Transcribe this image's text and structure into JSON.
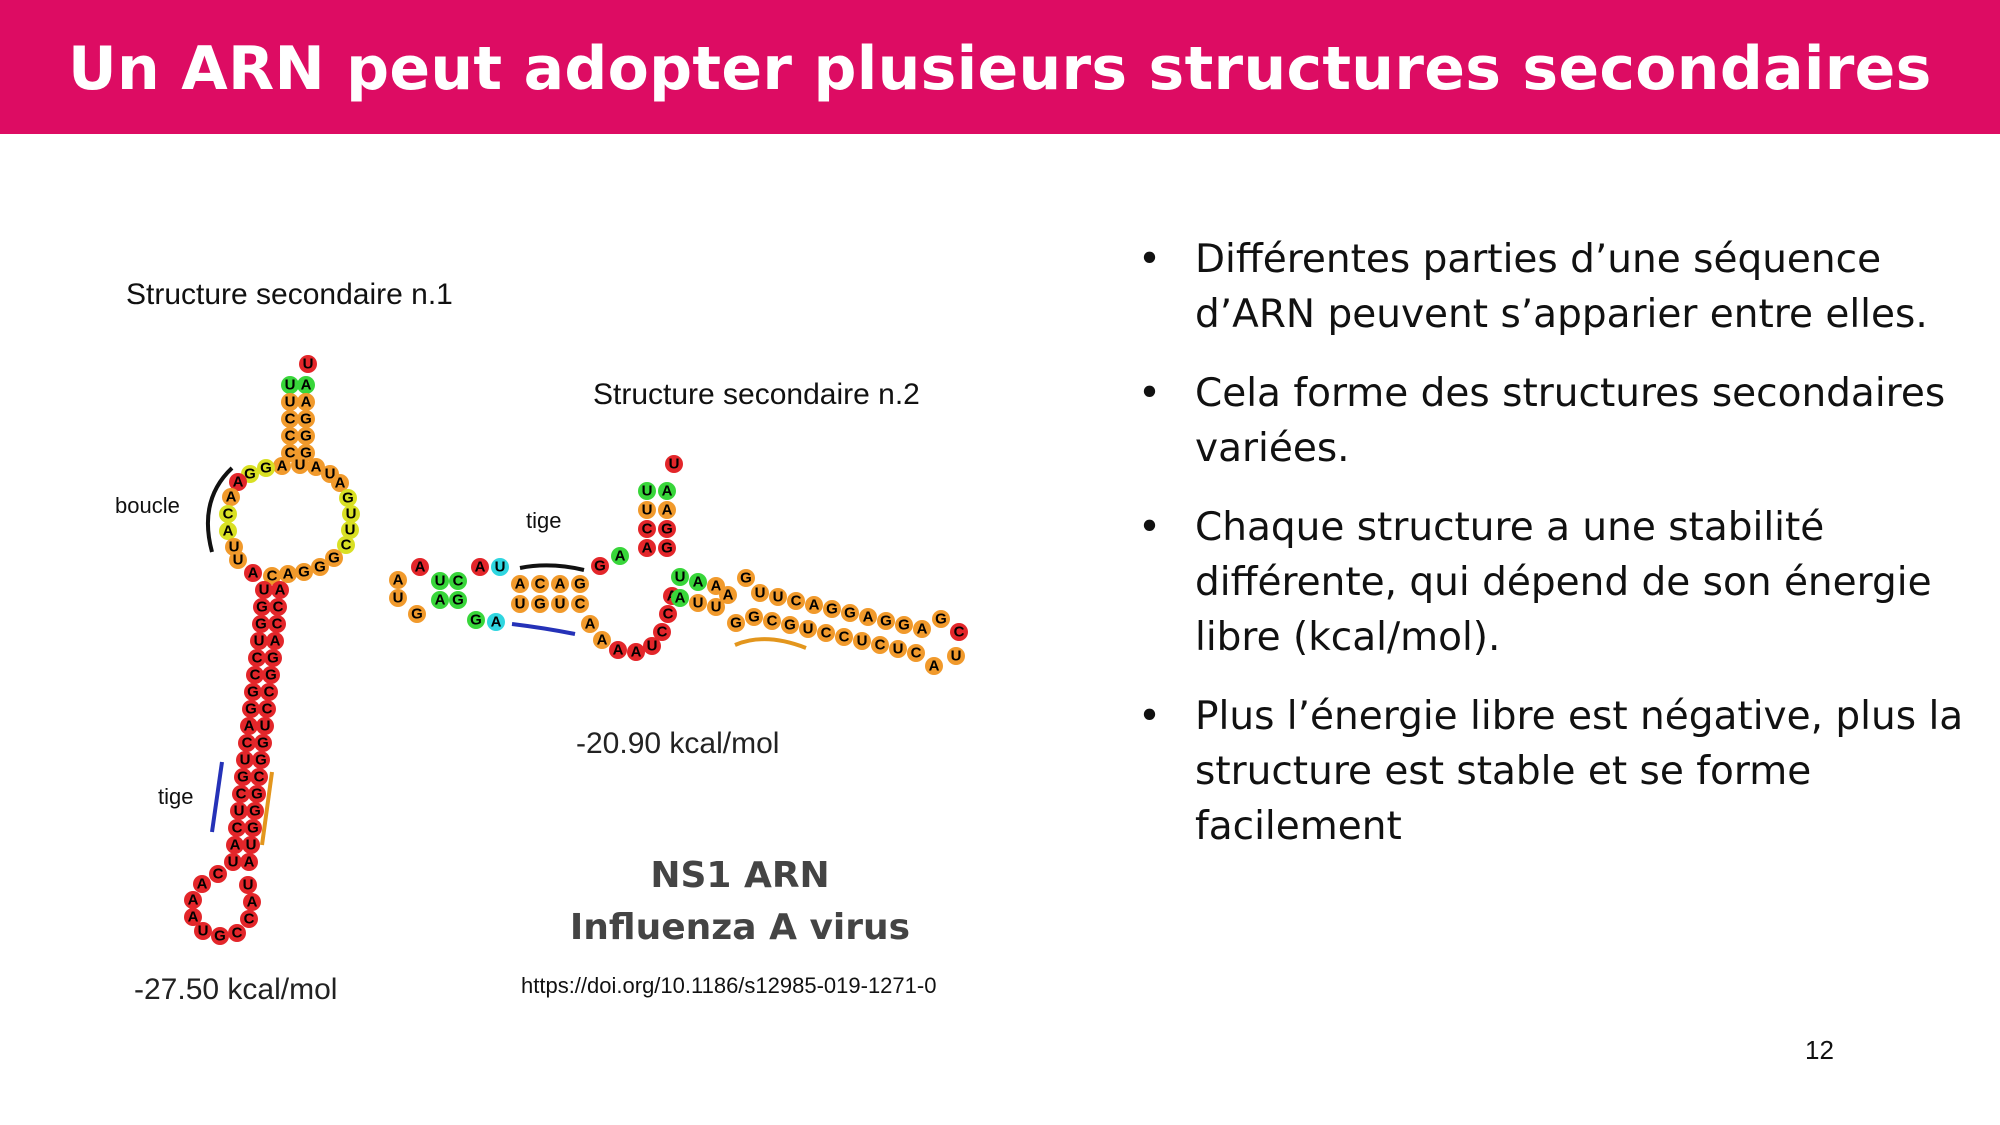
{
  "slide": {
    "title": "Un ARN peut adopter plusieurs structures secondaires",
    "page_number": "12"
  },
  "figure": {
    "structure1": {
      "title": "Structure secondaire n.1",
      "energy": "-27.50 kcal/mol",
      "labels": {
        "loop": "boucle",
        "stem": "tige"
      }
    },
    "structure2": {
      "title": "Structure secondaire n.2",
      "energy": "-20.90 kcal/mol",
      "labels": {
        "stem": "tige"
      }
    },
    "caption_line1": "NS1 ARN",
    "caption_line2": "Influenza A virus",
    "doi": "https://doi.org/10.1186/s12985-019-1271-0",
    "base_colors": {
      "red": "#e3262a",
      "orange": "#f19a2c",
      "yellow": "#d9e024",
      "green": "#38d63a",
      "cyan": "#2fd6e0"
    },
    "annotation_colors": {
      "black": "#111111",
      "blue": "#2532b8",
      "orange": "#e3961d"
    }
  },
  "bullets": [
    "Différentes parties d’une séquence d’ARN peuvent s’apparier entre elles.",
    "Cela forme des structures secondaires variées.",
    "Chaque structure a une stabilité différente, qui dépend de son énergie libre (kcal/mol).",
    "Plus l’énergie libre est négative, plus la structure est stable et se forme facilement"
  ]
}
